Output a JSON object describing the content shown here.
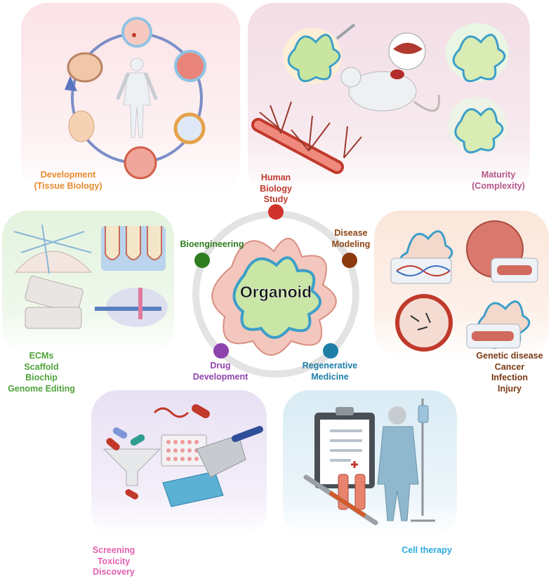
{
  "center": {
    "title": "Organoid"
  },
  "labels": {
    "development": [
      "Development",
      "(Tissue Biology)"
    ],
    "human_biology": [
      "Human",
      "Biology",
      "Study"
    ],
    "maturity": [
      "Maturity",
      "(Complexity)"
    ],
    "bioengineering": [
      "Bioengineering"
    ],
    "disease_modeling": [
      "Disease",
      "Modeling"
    ],
    "bio_apps": [
      "ECMs",
      "Scaffold",
      "Biochip",
      "Genome Editing"
    ],
    "disease_apps": [
      "Genetic disease",
      "Cancer",
      "Infection",
      "Injury"
    ],
    "drug_development": [
      "Drug",
      "Development"
    ],
    "regenerative": [
      "Regenerative",
      "Medicine"
    ],
    "screening": [
      "Screening",
      "Toxicity",
      "Discovery"
    ],
    "cell_therapy": [
      "Cell therapy"
    ]
  },
  "colors": {
    "development": "#e88a2e",
    "human_biology": "#c0392b",
    "maturity": "#b5578a",
    "bioengineering": "#2e7d1f",
    "disease_modeling": "#8b4513",
    "bio_apps": "#4fa33a",
    "disease_apps": "#7a3a12",
    "drug_development": "#8e44ad",
    "regenerative": "#1f7ea8",
    "screening": "#e45fb0",
    "cell_therapy": "#29a9dc"
  }
}
